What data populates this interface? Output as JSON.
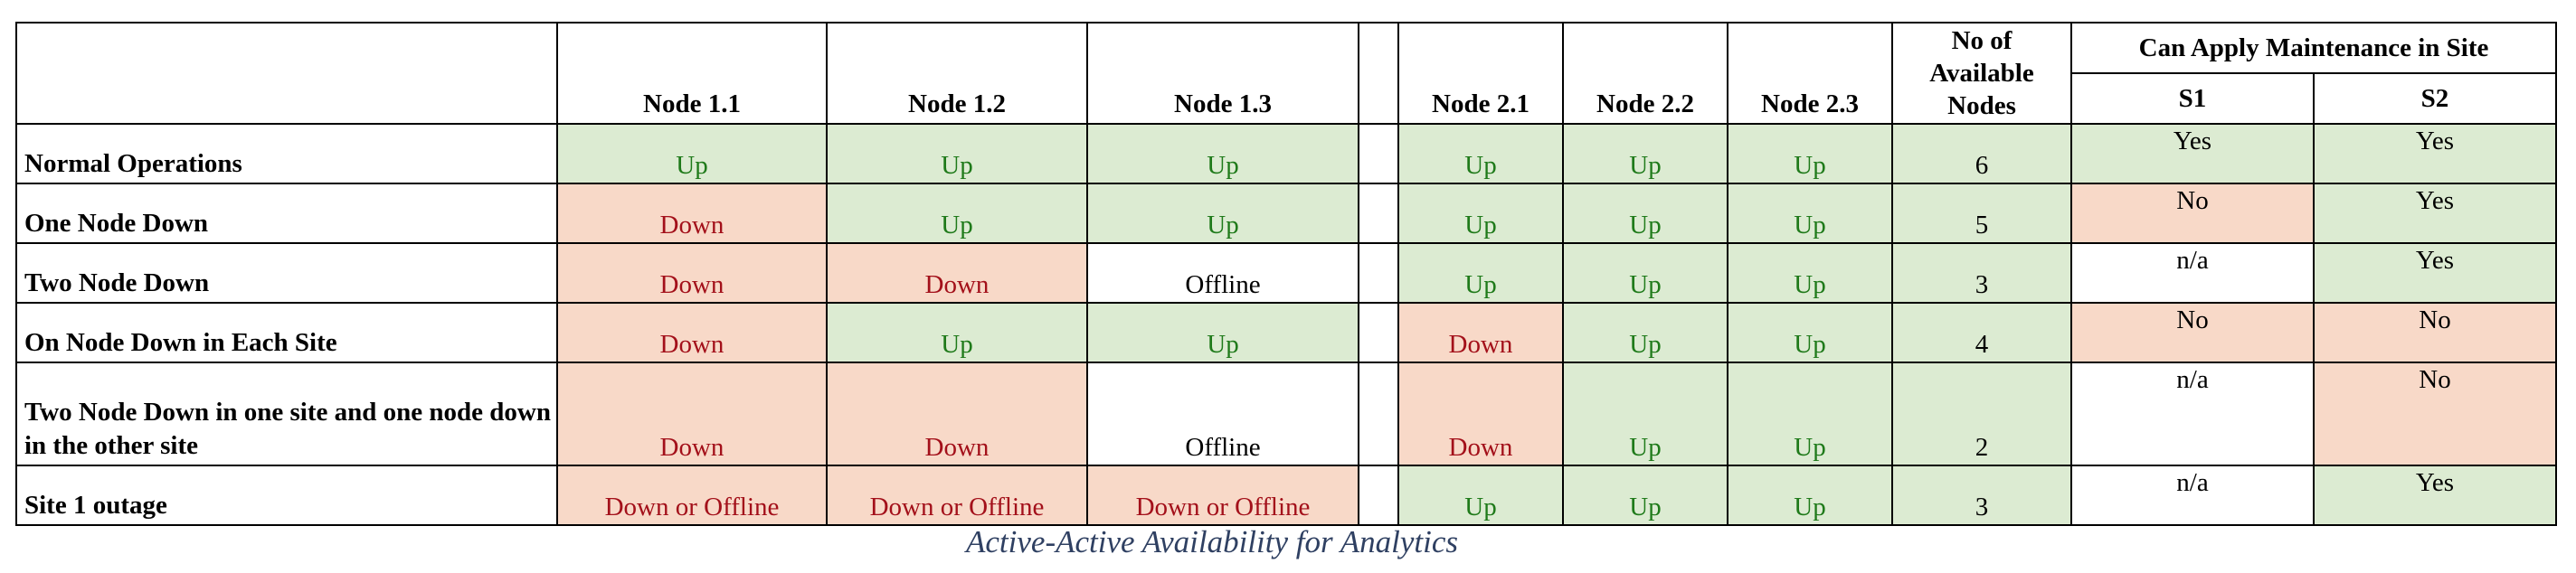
{
  "colors": {
    "up_bg": "#dcebd2",
    "up_text": "#1f7a1a",
    "down_bg": "#f8d9c8",
    "down_text": "#a3101a",
    "offline_bg": "#ffffff",
    "offline_text": "#000000",
    "neutral_bg": "#ffffff",
    "border": "#000000",
    "caption_text": "#2f4062"
  },
  "header": {
    "site1_nodes": [
      "Node 1.1",
      "Node 1.2",
      "Node 1.3"
    ],
    "site2_nodes": [
      "Node 2.1",
      "Node 2.2",
      "Node 2.3"
    ],
    "available_nodes": "No of Available Nodes",
    "maintenance_group": "Can Apply Maintenance in Site",
    "sites": [
      "S1",
      "S2"
    ]
  },
  "rows": [
    {
      "scenario": "Normal Operations",
      "site1": [
        {
          "text": "Up",
          "status": "up"
        },
        {
          "text": "Up",
          "status": "up"
        },
        {
          "text": "Up",
          "status": "up"
        }
      ],
      "site2": [
        {
          "text": "Up",
          "status": "up"
        },
        {
          "text": "Up",
          "status": "up"
        },
        {
          "text": "Up",
          "status": "up"
        }
      ],
      "available": "6",
      "available_status": "up",
      "maintenance": [
        {
          "text": "Yes",
          "status": "up"
        },
        {
          "text": "Yes",
          "status": "up"
        }
      ]
    },
    {
      "scenario": "One Node Down",
      "site1": [
        {
          "text": "Down",
          "status": "down"
        },
        {
          "text": "Up",
          "status": "up"
        },
        {
          "text": "Up",
          "status": "up"
        }
      ],
      "site2": [
        {
          "text": "Up",
          "status": "up"
        },
        {
          "text": "Up",
          "status": "up"
        },
        {
          "text": "Up",
          "status": "up"
        }
      ],
      "available": "5",
      "available_status": "up",
      "maintenance": [
        {
          "text": "No",
          "status": "down"
        },
        {
          "text": "Yes",
          "status": "up"
        }
      ]
    },
    {
      "scenario": "Two Node Down",
      "site1": [
        {
          "text": "Down",
          "status": "down"
        },
        {
          "text": "Down",
          "status": "down"
        },
        {
          "text": "Offline",
          "status": "offline"
        }
      ],
      "site2": [
        {
          "text": "Up",
          "status": "up"
        },
        {
          "text": "Up",
          "status": "up"
        },
        {
          "text": "Up",
          "status": "up"
        }
      ],
      "available": "3",
      "available_status": "up",
      "maintenance": [
        {
          "text": "n/a",
          "status": "neutral"
        },
        {
          "text": "Yes",
          "status": "up"
        }
      ]
    },
    {
      "scenario": "On Node Down in Each Site",
      "site1": [
        {
          "text": "Down",
          "status": "down"
        },
        {
          "text": "Up",
          "status": "up"
        },
        {
          "text": "Up",
          "status": "up"
        }
      ],
      "site2": [
        {
          "text": "Down",
          "status": "down"
        },
        {
          "text": "Up",
          "status": "up"
        },
        {
          "text": "Up",
          "status": "up"
        }
      ],
      "available": "4",
      "available_status": "up",
      "maintenance": [
        {
          "text": "No",
          "status": "down"
        },
        {
          "text": "No",
          "status": "down"
        }
      ]
    },
    {
      "scenario": "Two Node Down in one site and one node down in the other site",
      "site1": [
        {
          "text": "Down",
          "status": "down"
        },
        {
          "text": "Down",
          "status": "down"
        },
        {
          "text": "Offline",
          "status": "offline"
        }
      ],
      "site2": [
        {
          "text": "Down",
          "status": "down"
        },
        {
          "text": "Up",
          "status": "up"
        },
        {
          "text": "Up",
          "status": "up"
        }
      ],
      "available": "2",
      "available_status": "up",
      "maintenance": [
        {
          "text": "n/a",
          "status": "neutral"
        },
        {
          "text": "No",
          "status": "down"
        }
      ]
    },
    {
      "scenario": "Site 1 outage",
      "site1": [
        {
          "text": "Down or Offline",
          "status": "down"
        },
        {
          "text": "Down or Offline",
          "status": "down"
        },
        {
          "text": "Down or Offline",
          "status": "down"
        }
      ],
      "site2": [
        {
          "text": "Up",
          "status": "up"
        },
        {
          "text": "Up",
          "status": "up"
        },
        {
          "text": "Up",
          "status": "up"
        }
      ],
      "available": "3",
      "available_status": "up",
      "maintenance": [
        {
          "text": "n/a",
          "status": "neutral"
        },
        {
          "text": "Yes",
          "status": "up"
        }
      ]
    }
  ],
  "caption": "Active-Active Availability for Analytics"
}
